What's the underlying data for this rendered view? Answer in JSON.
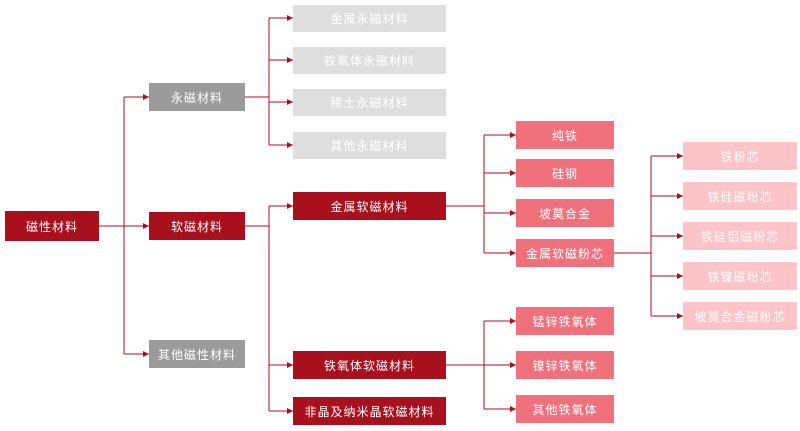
{
  "root": {
    "label": "磁性材料"
  },
  "level1": {
    "permanent": "永磁材料",
    "soft": "软磁材料",
    "other": "其他磁性材料"
  },
  "permanent_children": [
    "金属永磁材料",
    "铁氧体永磁材料",
    "稀土永磁材料",
    "其他永磁材料"
  ],
  "soft_children": {
    "metal": "金属软磁材料",
    "ferrite": "铁氧体软磁材料",
    "amorphous": "非晶及纳米晶软磁材料"
  },
  "metal_children": [
    "纯铁",
    "硅钢",
    "坡莫合金",
    "金属软磁粉芯"
  ],
  "powder_core_children": [
    "铁粉芯",
    "铁硅磁粉芯",
    "铁硅铝磁粉芯",
    "铁镍磁粉芯",
    "坡莫合金磁粉芯"
  ],
  "ferrite_children": [
    "锰锌铁氧体",
    "镍锌铁氧体",
    "其他铁氧体"
  ],
  "colors": {
    "line": "#a8101e",
    "dark": "#a8101e",
    "gray": "#9b9b9b",
    "light_gray": "#dedede",
    "pink": "#f0717c",
    "light_pink": "#fbc4c8"
  }
}
